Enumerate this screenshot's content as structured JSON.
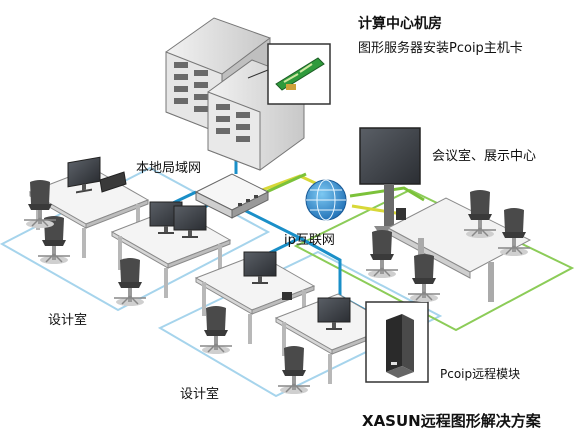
{
  "labels": {
    "computing_room_title": "计算中心机房",
    "computing_room_desc": "图形服务器安装Pcoip主机卡",
    "local_lan": "本地局域网",
    "internet": "ip互联网",
    "meeting_room": "会议室、展示中心",
    "design_room_1": "设计室",
    "design_room_2": "设计室",
    "pcoip_module": "Pcoip远程模块",
    "solution_title": "XASUN远程图形解决方案"
  },
  "colors": {
    "blue_link": "#1a8fc8",
    "green_link": "#7cc23a",
    "yellow_link": "#d8d838",
    "room_outline_blue": "#a6d4ec",
    "room_outline_green": "#8ccc58",
    "globe": "#2a8ad8"
  }
}
